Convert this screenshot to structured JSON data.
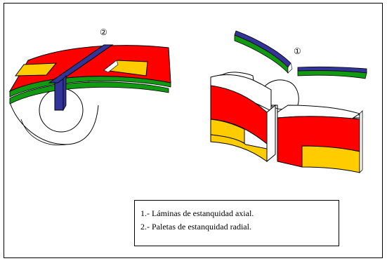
{
  "labels": {
    "marker_1": "①",
    "marker_2": "②"
  },
  "legend": {
    "items": [
      "1.- Láminas de estanquidad axial.",
      "2.- Paletas de estanquidad radial."
    ]
  },
  "colors": {
    "red": "#ff0000",
    "yellow": "#ffcc00",
    "green": "#119911",
    "blue": "#333399",
    "white": "#ffffff",
    "outline": "#000000"
  }
}
